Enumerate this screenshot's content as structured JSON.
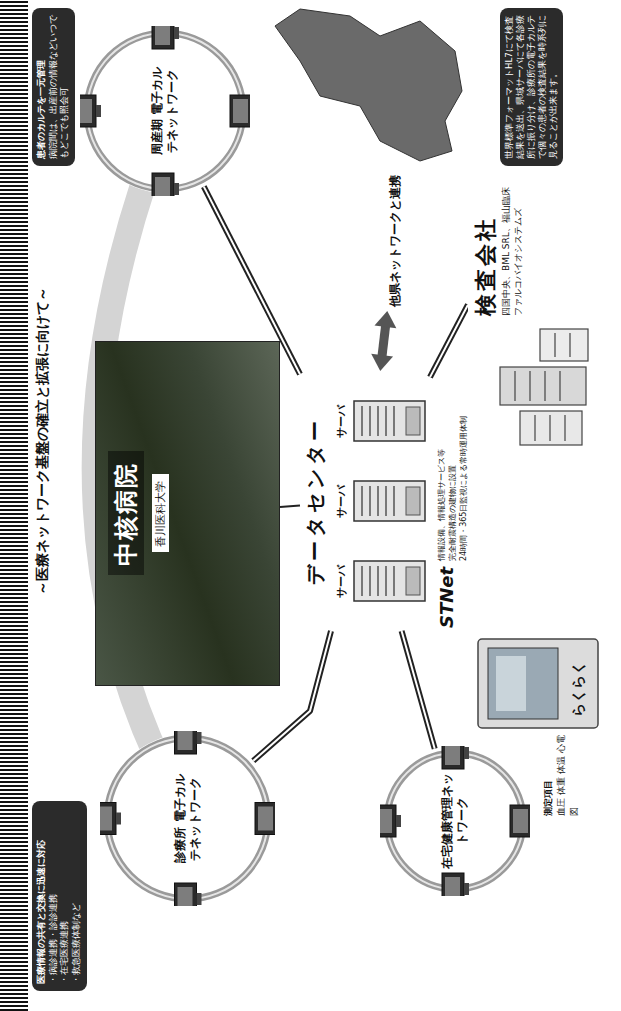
{
  "diagram": {
    "title": "～医療ネットワーク基盤の確立と拡張に向けて～",
    "nodes": [
      {
        "text": [
          "医療情報の共有と交換に迅速に対応",
          "・病診連携・診診連携",
          "・在宅医療連携",
          "・救急医療体制など"
        ]
      },
      {
        "text": [
          "診療所 電子カルテネットワーク"
        ]
      },
      {
        "text": [
          "中核病院",
          "香川医科大学"
        ]
      },
      {
        "text": [
          "周産期 電子カルテネットワーク"
        ]
      },
      {
        "text": [
          "患者のカルテを一元管理",
          "病院間は、出産前の情報などいつでもどこでも照会可"
        ]
      },
      {
        "text": [
          "データセンター"
        ]
      },
      {
        "text": [
          "サーバ"
        ],
        "in": 5
      },
      {
        "text": [
          "サーバ"
        ],
        "in": 5
      },
      {
        "text": [
          "サーバ"
        ],
        "in": 5
      },
      {
        "text": [
          "在宅健康管理ネットワーク"
        ]
      },
      {
        "text": [
          "他県ネットワークと連携"
        ]
      },
      {
        "text": [
          "検査会社",
          "四国中央、BML SRL、福山臨床 ファルコバイオシステムズ"
        ]
      },
      {
        "text": [
          "世界標準フォーマットHL7にて検査結果を送出、県域サーバにて各診療所に振り分け、診療所の電子カルテで個々の患者の検査結果を時系列に見ることが出来ます。"
        ]
      }
    ],
    "edges": [
      {
        "from": 5,
        "to": 2,
        "arrow": "none"
      },
      {
        "from": 5,
        "to": 1,
        "arrow": "none"
      },
      {
        "from": 5,
        "to": 3,
        "arrow": "none"
      },
      {
        "from": 5,
        "to": 9,
        "arrow": "none"
      },
      {
        "from": 5,
        "to": 10,
        "arrow": "both"
      },
      {
        "from": 5,
        "to": 11,
        "arrow": "none"
      }
    ],
    "labels": [
      "STNet",
      "情報設備、情報処理サービス等",
      "完全耐震構造の建物に設置",
      "24時間・365日監視による常時運用体制",
      "らくらく",
      "測定項目",
      "血圧 体重 体温 心電図"
    ]
  }
}
